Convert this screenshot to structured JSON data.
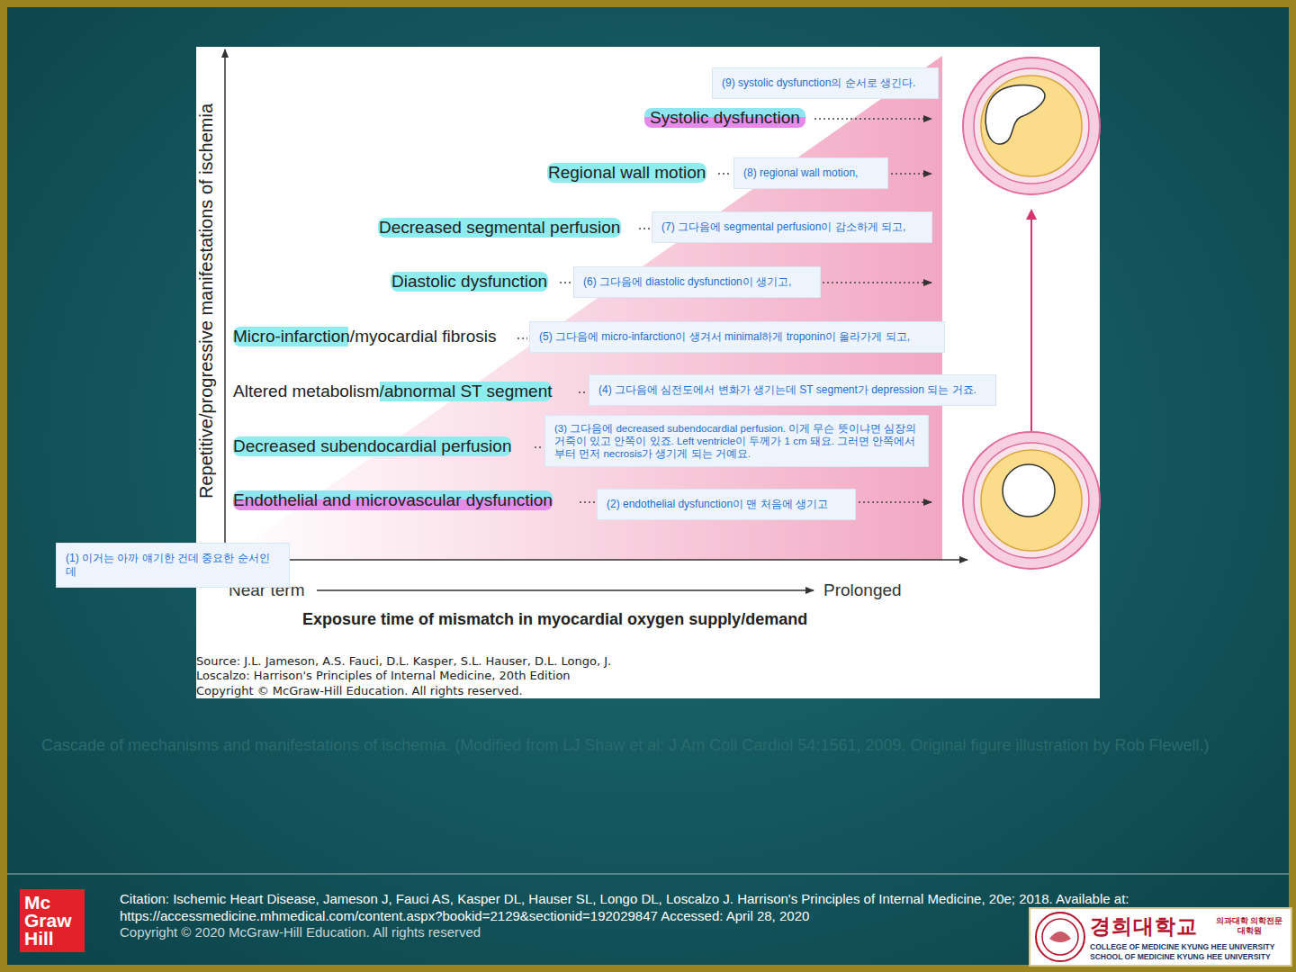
{
  "diagram": {
    "caption": "Cascade of mechanisms and manifestations of ischemia. (Modified from LJ Shaw et al: J Am Coll Cardiol 54:1561, 2009. Original figure illustration by Rob Flewell.)",
    "nodes": [
      {
        "text": [
          "(1) 이거는 아까 얘기한 건데 중요한 순서인데"
        ]
      },
      {
        "text": [
          "(2) endothelial dysfunction이 맨 처음에 생기고"
        ]
      },
      {
        "text": [
          "(3) 그다음에 decreased subendocardial perfusion. 이게 무슨 뜻이냐면 심장의 거죽이 있고 안쪽이 있죠. Left ventricle이 두께가 1 cm 돼요. 그러면 안쪽에서부터 먼저 necrosis가 생기게 되는 거예요."
        ]
      },
      {
        "text": [
          "(4) 그다음에 심전도에서 변화가 생기는데 ST segment가 depression 되는 거죠."
        ]
      },
      {
        "text": [
          "(5) 그다음에 micro-infarction이 생겨서 minimal하게 troponin이 올라가게 되고,"
        ]
      },
      {
        "text": [
          "(6) 그다음에 diastolic dysfunction이 생기고,"
        ]
      },
      {
        "text": [
          "(7) 그다음에 segmental perfusion이 감소하게 되고,"
        ]
      },
      {
        "text": [
          "(8) regional wall motion,"
        ]
      },
      {
        "text": [
          "(9) systolic dysfunction의 순서로 생긴다."
        ]
      },
      {
        "text": [
          "Mc Graw Hill"
        ]
      },
      {
        "text": [
          "경희대학교",
          "의과대학 의학전문대학원",
          "COLLEGE OF MEDICINE KYUNG HEE UNIVERSITY",
          "SCHOOL OF MEDICINE KYUNG HEE UNIVERSITY"
        ]
      }
    ],
    "labels": [
      "Repetitive/progressive manifestations of ischemia",
      "Systolic dysfunction",
      "Regional wall motion",
      "Decreased segmental perfusion",
      "Diastolic dysfunction",
      "Micro-infarction/myocardial fibrosis",
      "Altered metabolism/abnormal ST segment",
      "Decreased subendocardial perfusion",
      "Endothelial and microvascular dysfunction",
      "Near term",
      "Prolonged",
      "Exposure time of mismatch in myocardial oxygen supply/demand",
      "Source: J.L. Jameson, A.S. Fauci, D.L. Kasper, S.L. Hauser, D.L. Longo, J. Loscalzo: Harrison's Principles of Internal Medicine, 20th Edition",
      "Copyright © McGraw-Hill Education. All rights reserved.",
      "Citation: Ischemic Heart Disease, Jameson J, Fauci AS, Kasper DL, Hauser SL, Longo DL, Loscalzo J. Harrison's Principles of Internal Medicine, 20e; 2018. Available at: https://accessmedicine.mhmedical.com/content.aspx?bookid=2129&sectionid=192029847 Accessed: April 28, 2020",
      "Copyright © 2020 McGraw-Hill Education. All rights reserved"
    ]
  }
}
